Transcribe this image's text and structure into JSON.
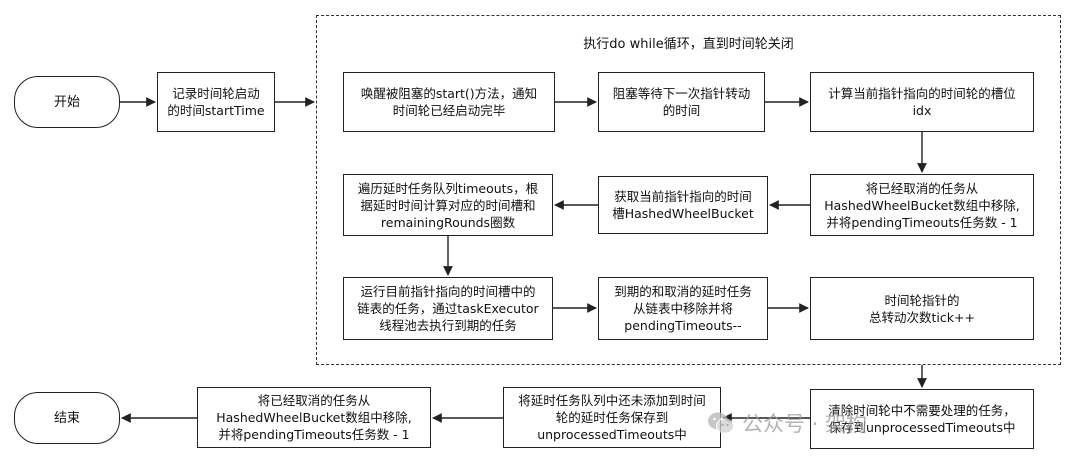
{
  "loop": {
    "title": "执行do while循环，直到时间轮关闭"
  },
  "nodes": {
    "start": "开始",
    "record_start_time": "记录时间轮启动\n的时间startTime",
    "wake_start": "唤醒被阻塞的start()方法，通知\n时间轮已经启动完毕",
    "wait_tick": "阻塞等待下一次指针转动\n的时间",
    "calc_idx": "计算当前指针指向的时间轮的槽位\nidx",
    "remove_cancelled": "将已经取消的任务从\nHashedWheelBucket数组中移除,\n并将pendingTimeouts任务数 - 1",
    "get_bucket": "获取当前指针指向的时间\n槽HashedWheelBucket",
    "traverse_timeouts": "遍历延时任务队列timeouts，根\n据延时时间计算对应的时间槽和\nremainingRounds圈数",
    "run_tasks": "运行目前指针指向的时间槽中的\n链表的任务，通过taskExecutor\n线程池去执行到期的任务",
    "remove_expired": "到期的和取消的延时任务\n从链表中移除并将\npendingTimeouts--",
    "tick_increment": "时间轮指针的\n总转动次数tick++",
    "clear_unprocessed": "清除时间轮中不需要处理的任务，\n保存到unprocessedTimeouts中",
    "save_unprocessed": "将延时任务队列中还未添加到时间\n轮的延时任务保存到\nunprocessedTimeouts中",
    "remove_cancelled_final": "将已经取消的任务从\nHashedWheelBucket数组中移除,\n并将pendingTimeouts任务数 - 1",
    "end": "结束"
  },
  "watermark": {
    "text": "公众号 · 架构",
    "logo_icon": "wechat-logo-icon"
  },
  "colors": {
    "stroke": "#222222",
    "watermark": "#9a9a9a"
  }
}
